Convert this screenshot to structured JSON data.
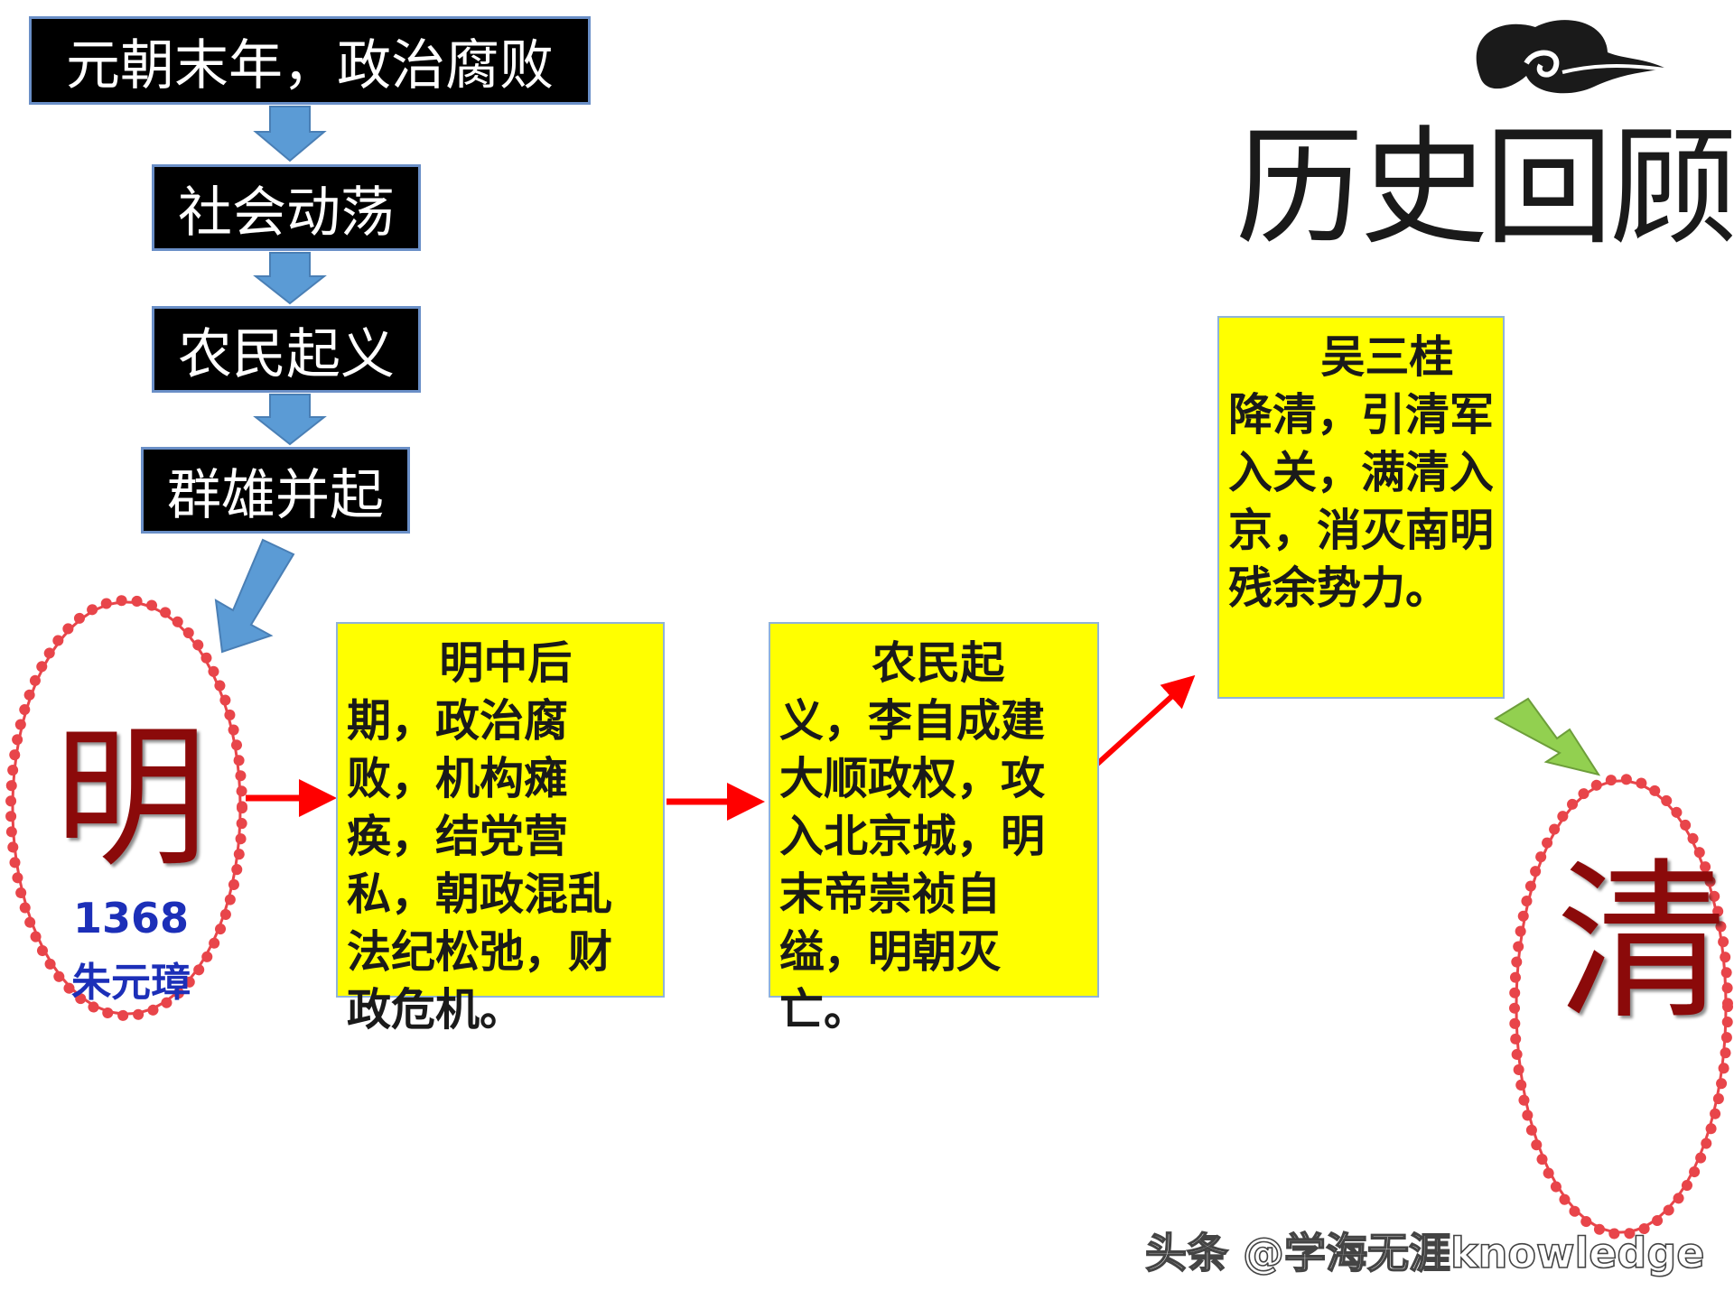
{
  "chain": {
    "yuan_decline": "元朝末年，政治腐败",
    "social_unrest": "社会动荡",
    "peasant_uprising": "农民起义",
    "warlords_rise": "群雄并起"
  },
  "ming": {
    "character": "明",
    "year": "1368",
    "founder": "朱元璋"
  },
  "boxes": {
    "mid_late_ming": "      明中后期，政治腐败，机构瘫痪，结党营私，朝政混乱法纪松弛，财政危机。",
    "li_zicheng": "      农民起义，李自成建大顺政权，攻入北京城，明末帝崇祯自缢，明朝灭亡。",
    "wu_sangui": "      吴三桂降清，引清军入关，满清入京，消灭南明残余势力。"
  },
  "qing": {
    "character": "清"
  },
  "logo": {
    "text": "历史回顾"
  },
  "watermark": "头条 @学海无涯knowledge",
  "colors": {
    "blue_arrow": "#5b9bd5",
    "red_arrow": "#ff0000",
    "green_arrow": "#92d050",
    "seal_border": "#e8454a",
    "seal_text": "#8b0a0a",
    "highlight": "#ffff00"
  }
}
